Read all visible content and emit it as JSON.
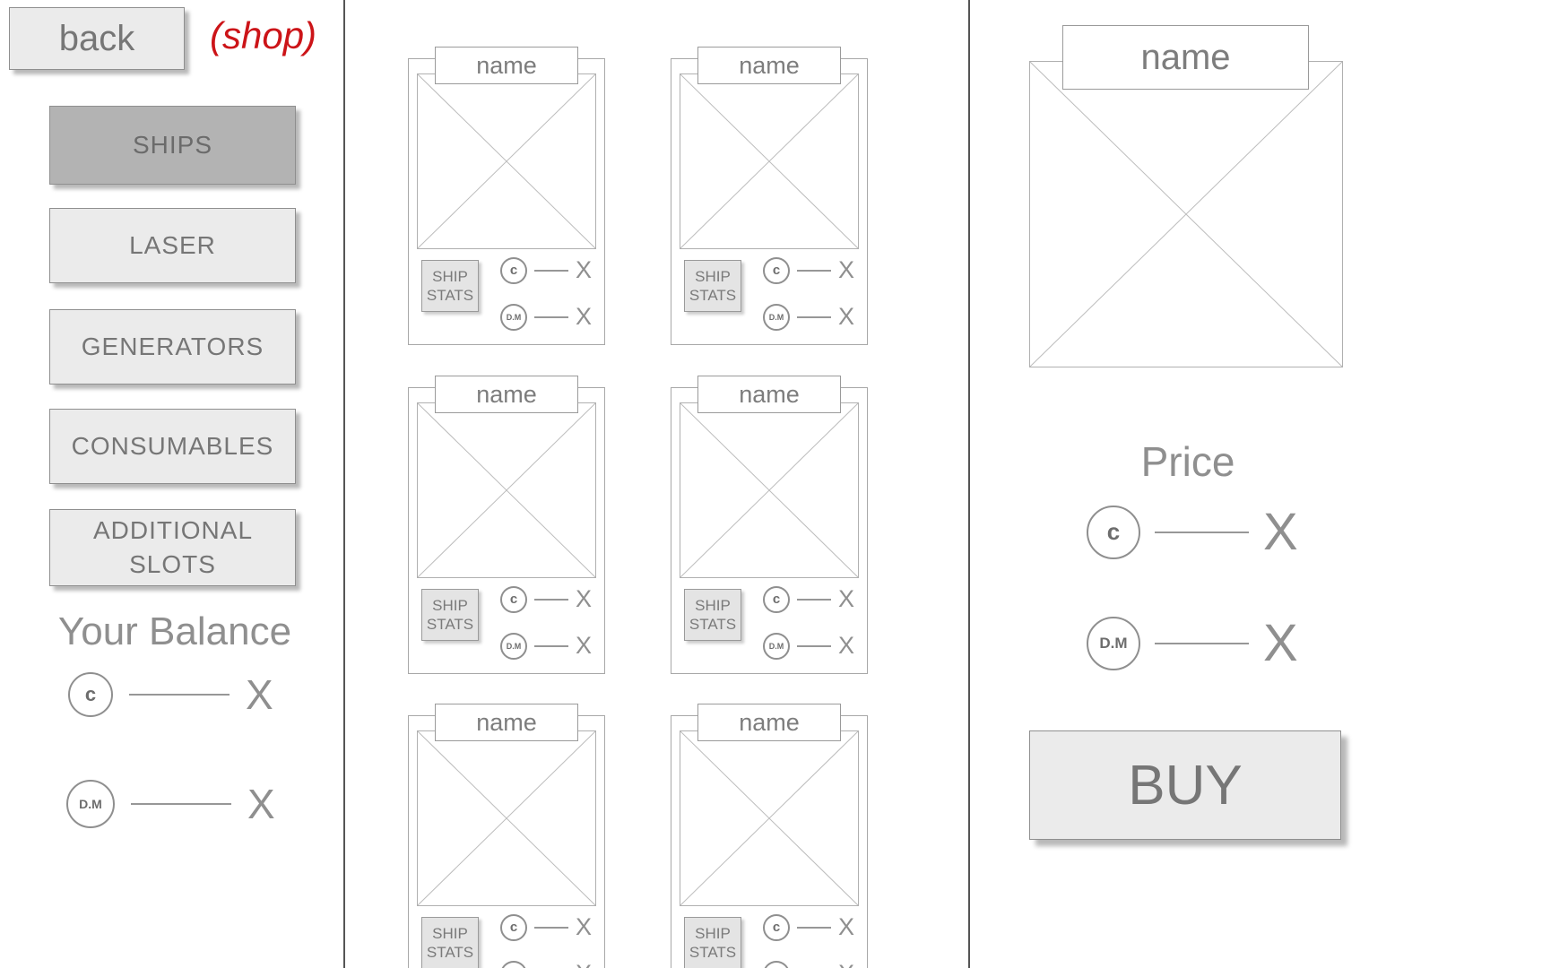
{
  "colors": {
    "accent_red": "#cc1418",
    "selected_gray": "#b3b3b3",
    "button_gray": "#ebebeb",
    "text_gray": "#7d7d7d"
  },
  "topbar": {
    "back_label": "back",
    "shop_label": "(shop)"
  },
  "sidebar": {
    "categories": [
      {
        "label": "SHIPS",
        "selected": true
      },
      {
        "label": "LASER",
        "selected": false
      },
      {
        "label": "GENERATORS",
        "selected": false
      },
      {
        "label": "CONSUMABLES",
        "selected": false
      },
      {
        "label": "ADDITIONAL SLOTS",
        "selected": false
      }
    ],
    "balance": {
      "title": "Your Balance",
      "rows": [
        {
          "icon": "c",
          "value": "X"
        },
        {
          "icon": "D.M",
          "value": "X"
        }
      ]
    }
  },
  "catalog": {
    "items": [
      {
        "name": "name",
        "stats_label": "SHIP STATS",
        "prices": [
          {
            "icon": "c",
            "value": "X"
          },
          {
            "icon": "D.M",
            "value": "X"
          }
        ]
      },
      {
        "name": "name",
        "stats_label": "SHIP STATS",
        "prices": [
          {
            "icon": "c",
            "value": "X"
          },
          {
            "icon": "D.M",
            "value": "X"
          }
        ]
      },
      {
        "name": "name",
        "stats_label": "SHIP STATS",
        "prices": [
          {
            "icon": "c",
            "value": "X"
          },
          {
            "icon": "D.M",
            "value": "X"
          }
        ]
      },
      {
        "name": "name",
        "stats_label": "SHIP STATS",
        "prices": [
          {
            "icon": "c",
            "value": "X"
          },
          {
            "icon": "D.M",
            "value": "X"
          }
        ]
      },
      {
        "name": "name",
        "stats_label": "SHIP STATS",
        "prices": [
          {
            "icon": "c",
            "value": "X"
          },
          {
            "icon": "D.M",
            "value": "X"
          }
        ]
      },
      {
        "name": "name",
        "stats_label": "SHIP STATS",
        "prices": [
          {
            "icon": "c",
            "value": "X"
          },
          {
            "icon": "D.M",
            "value": "X"
          }
        ]
      }
    ]
  },
  "detail": {
    "name": "name",
    "price_title": "Price",
    "prices": [
      {
        "icon": "c",
        "value": "X"
      },
      {
        "icon": "D.M",
        "value": "X"
      }
    ],
    "buy_label": "BUY"
  }
}
